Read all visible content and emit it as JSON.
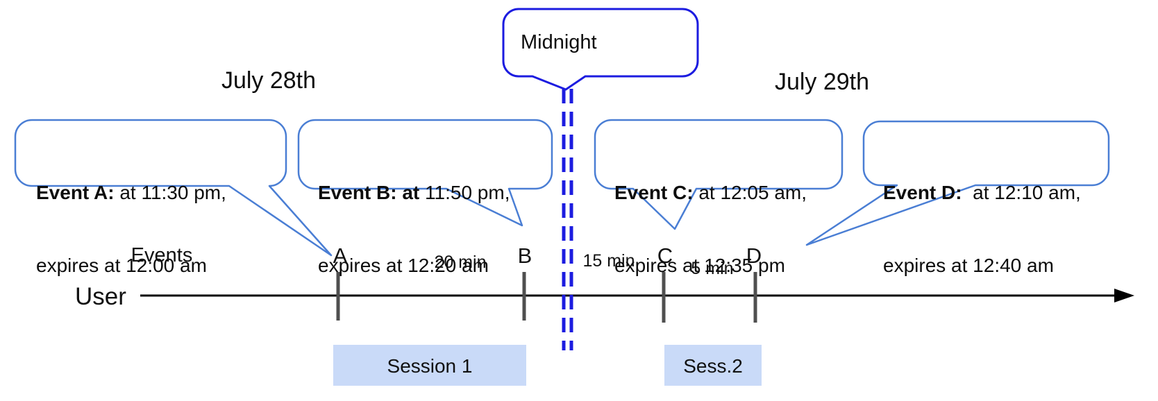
{
  "diagram": {
    "dates": {
      "left": "July 28th",
      "right": "July 29th"
    },
    "midnight_label": "Midnight",
    "axis": {
      "events_label": "Events",
      "user_label": "User"
    },
    "callouts": [
      {
        "id": "A",
        "title": "Event A:",
        "time": " at 11:30 pm,",
        "expiry": "expires at 12:00 am"
      },
      {
        "id": "B",
        "title": "Event B: at",
        "time": " 11:50 pm,",
        "expiry": "expires at 12:20 am"
      },
      {
        "id": "C",
        "title": "Event C:",
        "time": " at 12:05 am,",
        "expiry": "expires at 12:35 pm"
      },
      {
        "id": "D",
        "title": "Event D:",
        "time": "  at 12:10 am,",
        "expiry": "expires at 12:40 am"
      }
    ],
    "tick_labels": {
      "a": "A",
      "b": "B",
      "c": "C",
      "d": "D"
    },
    "gaps": {
      "ab": "20 min",
      "bc": "15 min",
      "cd": "5 min"
    },
    "sessions": {
      "one": "Session 1",
      "two": "Sess.2"
    },
    "colors": {
      "callout_border": "#4a7ed4",
      "midnight_blue": "#1c1ce0",
      "session_fill": "#c9daf8",
      "tick_gray": "#4f4f4f",
      "axis_black": "#000000"
    }
  }
}
